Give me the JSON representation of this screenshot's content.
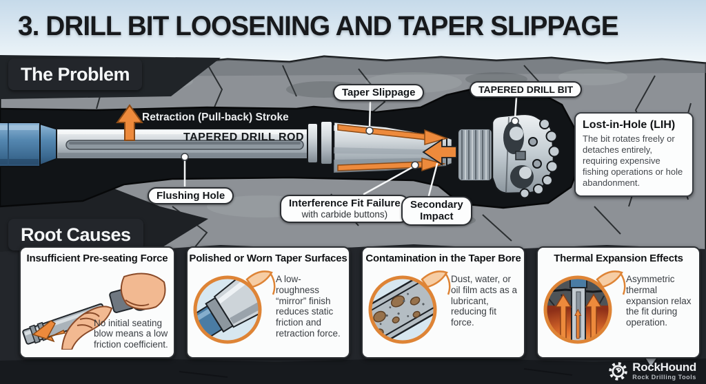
{
  "title": "3. DRILL BIT LOOSENING AND TAPER SLIPPAGE",
  "problem": {
    "header": "The Problem",
    "retraction_label": "Retraction (Pull-back) Stroke",
    "rod_label": "TAPERED DRILL ROD",
    "callouts": {
      "taper_slippage": "Taper Slippage",
      "drill_bit": "TAPERED DRILL BIT",
      "flushing_hole": "Flushing Hole",
      "interference_line1": "Interference Fit Failure",
      "interference_line2": "with carbide buttons)",
      "secondary_line1": "Secondary",
      "secondary_line2": "Impact"
    },
    "lost_in_hole": {
      "title": "Lost-in-Hole (LIH)",
      "body": "The bit rotates freely or detaches entirely, requiring expensive fishing operations or hole abandonment."
    }
  },
  "root_causes": {
    "header": "Root Causes",
    "cards": [
      {
        "title": "Insufficient Pre-seating Force",
        "body": "No initial seating blow means a low friction coefficient.",
        "icon": "hands-seating-icon"
      },
      {
        "title": "Polished or Worn Taper Surfaces",
        "body": "A low-roughness “mirror” finish reduces static friction and retraction force.",
        "icon": "polished-taper-icon"
      },
      {
        "title": "Contamination in the Taper Bore",
        "body": "Dust, water, or oil film acts as a lubricant, reducing fit force.",
        "icon": "contaminated-bore-icon"
      },
      {
        "title": "Thermal Expansion Effects",
        "body": "Asymmetric thermal expansion relax the fit during operation.",
        "icon": "thermal-expansion-icon"
      }
    ]
  },
  "footer": {
    "brand": "RockHound",
    "tagline": "Rock Drilling Tools",
    "logo_icon": "gear-hound-icon"
  },
  "colors": {
    "accent_orange": "#ED8A3C",
    "rock_gray": "#8D9196",
    "borehole_black": "#111417",
    "sky_blue": "#CFE0EC",
    "card_white": "#FBFCFC",
    "badge_dark": "#23262B"
  }
}
